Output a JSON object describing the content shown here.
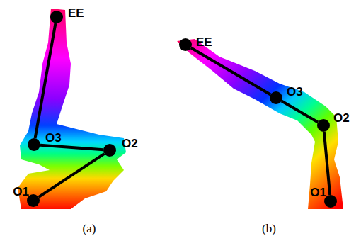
{
  "diagram": {
    "nodes": [
      {
        "text": [
          "O1"
        ]
      },
      {
        "text": [
          "O2"
        ]
      },
      {
        "text": [
          "O3"
        ]
      },
      {
        "text": [
          "EE"
        ]
      },
      {
        "text": [
          "O1"
        ]
      },
      {
        "text": [
          "O2"
        ]
      },
      {
        "text": [
          "O3"
        ]
      },
      {
        "text": [
          "EE"
        ]
      }
    ],
    "edges": [
      {
        "from": 0,
        "to": 1,
        "arrow": "none"
      },
      {
        "from": 1,
        "to": 2,
        "arrow": "none"
      },
      {
        "from": 2,
        "to": 3,
        "arrow": "none"
      },
      {
        "from": 4,
        "to": 5,
        "arrow": "none"
      },
      {
        "from": 5,
        "to": 6,
        "arrow": "none"
      },
      {
        "from": 6,
        "to": 7,
        "arrow": "none"
      }
    ],
    "labels": [
      "(a)",
      "(b)"
    ]
  }
}
